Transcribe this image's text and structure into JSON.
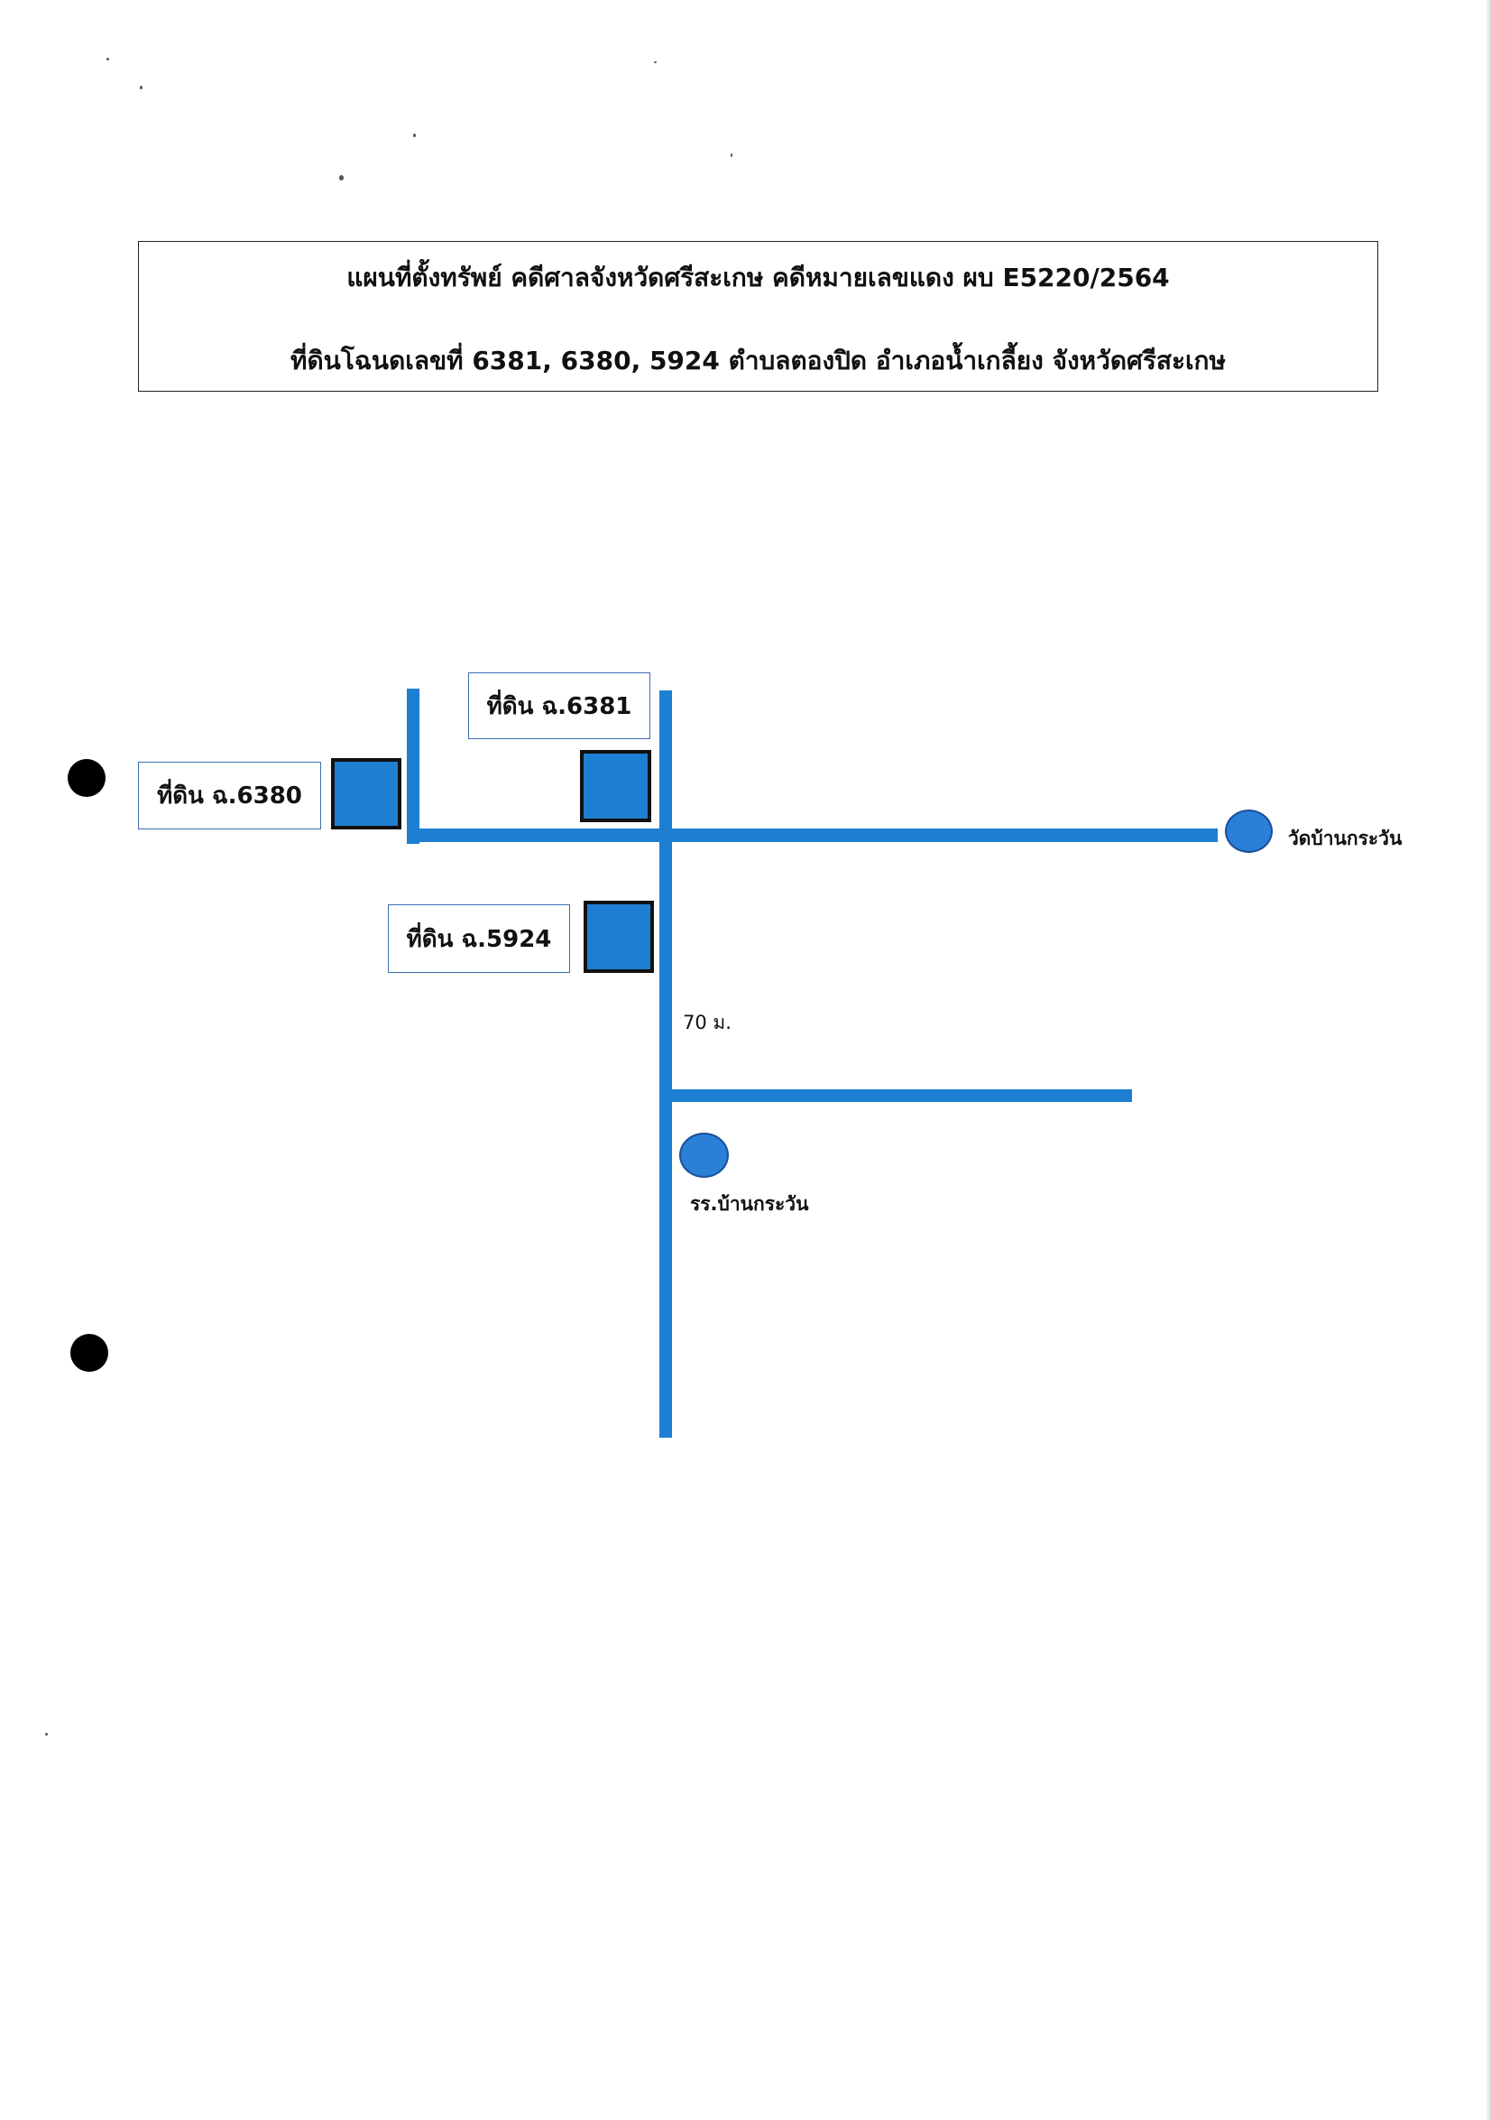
{
  "document": {
    "title_line_1": "แผนที่ตั้งทรัพย์ คดีศาลจังหวัดศรีสะเกษ คดีหมายเลขแดง ผบ E5220/2564",
    "title_line_2": "ที่ดินโฉนดเลขที่ 6381, 6380, 5924 ตำบลตองปิด อำเภอน้ำเกลี้ยง จังหวัดศรีสะเกษ"
  },
  "map": {
    "parcels": [
      {
        "id": "6381",
        "label": "ที่ดิน ฉ.6381"
      },
      {
        "id": "6380",
        "label": "ที่ดิน ฉ.6380"
      },
      {
        "id": "5924",
        "label": "ที่ดิน ฉ.5924"
      }
    ],
    "landmarks": [
      {
        "id": "temple",
        "label": "วัดบ้านกระวัน"
      },
      {
        "id": "school",
        "label": "รร.บ้านกระวัน"
      }
    ],
    "distance_label": "70 ม.",
    "colors": {
      "road": "#1e7fd2",
      "parcel_fill": "#1e7fd2",
      "parcel_border": "#111111",
      "label_border": "#3a6fb0"
    }
  }
}
